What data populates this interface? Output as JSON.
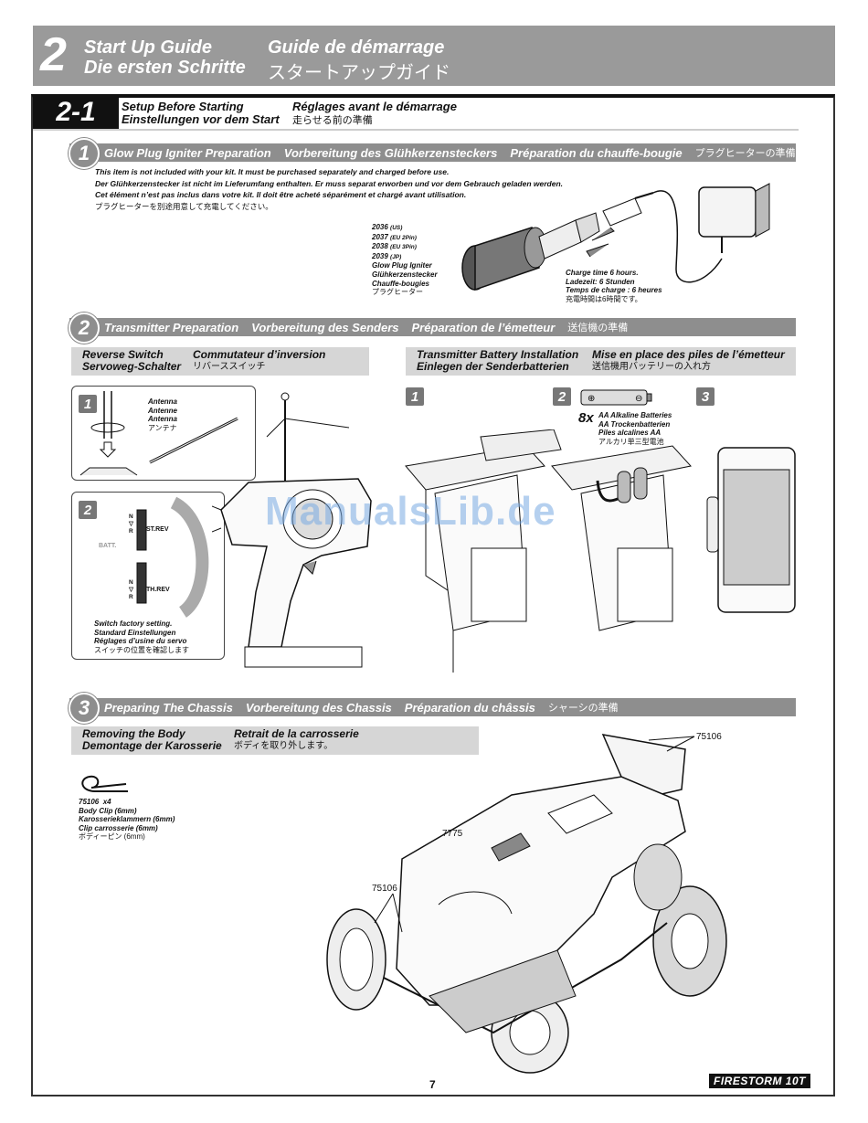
{
  "header": {
    "number": "2",
    "title_en": "Start Up Guide",
    "title_de": "Die ersten Schritte",
    "title_fr": "Guide de démarrage",
    "title_jp": "スタートアップガイド"
  },
  "section": {
    "number": "2-1",
    "en": "Setup Before Starting",
    "de": "Einstellungen vor dem Start",
    "fr": "Réglages avant le démarrage",
    "jp": "走らせる前の準備"
  },
  "step1": {
    "num": "1",
    "en": "Glow Plug Igniter Preparation",
    "de": "Vorbereitung des Glühkerzensteckers",
    "fr": "Préparation du chauffe-bougie",
    "jp": "プラグヒーターの準備",
    "notes": [
      "This item is not included with your kit. It must be purchased separately and charged before use.",
      "Der Glühkerzenstecker ist nicht im Lieferumfang enthalten. Er muss separat erworben und vor dem Gebrauch geladen werden.",
      "Cet élément n’est pas inclus dans votre kit. Il doit être acheté séparément et chargé avant utilisation.",
      "プラグヒーターを別途用意して充電してください。"
    ],
    "parts": [
      {
        "code": "2036",
        "suffix": "(US)"
      },
      {
        "code": "2037",
        "suffix": "(EU 2Pin)"
      },
      {
        "code": "2038",
        "suffix": "(EU 3Pin)"
      },
      {
        "code": "2039",
        "suffix": "(JP)"
      }
    ],
    "part_names": [
      "Glow Plug Igniter",
      "Glühkerzenstecker",
      "Chauffe-bougies",
      "プラグヒーター"
    ],
    "charge": [
      "Charge time 6 hours.",
      "Ladezeit: 6 Stunden",
      "Temps de charge : 6 heures",
      "充電時間は6時間です。"
    ]
  },
  "step2": {
    "num": "2",
    "en": "Transmitter Preparation",
    "de": "Vorbereitung des Senders",
    "fr": "Préparation de l’émetteur",
    "jp": "送信機の準備",
    "reverse": {
      "en": "Reverse Switch",
      "de": "Servoweg-Schalter",
      "fr": "Commutateur d’inversion",
      "jp": "リバーススイッチ"
    },
    "battery": {
      "en": "Transmitter Battery Installation",
      "de": "Einlegen der Senderbatterien",
      "fr": "Mise en place des piles de l’émetteur",
      "jp": "送信機用バッテリーの入れ方"
    },
    "antenna": [
      "Antenna",
      "Antenne",
      "Antenna",
      "アンテナ"
    ],
    "switch_labels": {
      "st": "ST.REV",
      "th": "TH.REV",
      "n": "N",
      "r": "R",
      "batt": "BATT."
    },
    "factory": [
      "Switch factory setting.",
      "Standard Einstellungen",
      "Réglages d’usine du servo",
      "スイッチの位置を確認します"
    ],
    "batteries": {
      "count": "8x",
      "lines": [
        "AA Alkaline Batteries",
        "AA Trockenbatterien",
        "Piles alcalines AA",
        "アルカリ単三型電池"
      ]
    },
    "substeps": [
      "1",
      "2",
      "1",
      "2",
      "3"
    ]
  },
  "step3": {
    "num": "3",
    "en": "Preparing The Chassis",
    "de": "Vorbereitung des Chassis",
    "fr": "Préparation du châssis",
    "jp": "シャーシの準備",
    "removing": {
      "en": "Removing the Body",
      "de": "Demontage der Karosserie",
      "fr": "Retrait de la carrosserie",
      "jp": "ボディを取り外します。"
    },
    "clip": {
      "code": "75106",
      "qty": "x4",
      "lines": [
        "Body Clip (6mm)",
        "Karosserieklammern (6mm)",
        "Clip carrosserie (6mm)",
        "ボディーピン (6mm)"
      ]
    },
    "callouts": {
      "top": "75106",
      "body": "7775",
      "front": "75106"
    }
  },
  "footer": {
    "page": "7",
    "logo": "FIRESTORM 10T"
  },
  "watermark": "ManualsLib.de"
}
